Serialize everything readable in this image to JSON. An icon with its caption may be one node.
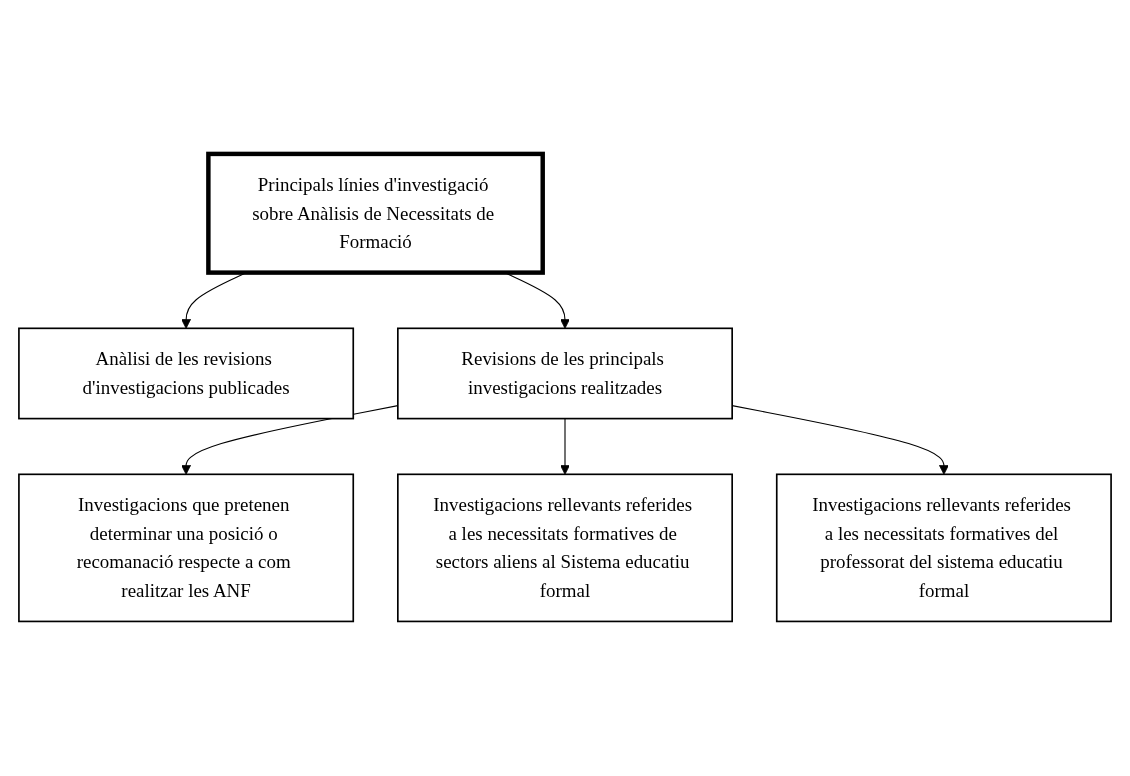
{
  "diagram": {
    "nodes": [
      {
        "text": [
          "Anàlisi de les revisions d'investigacions publicades"
        ]
      },
      {
        "text": [
          "Principals línies d'investigació sobre Anàlisis de Necessitats de Formació"
        ]
      },
      {
        "text": [
          "Revisions de les principals investigacions realitzades"
        ]
      },
      {
        "text": [
          "Investigacions que pretenen determinar una posició o recomanació respecte a com realitzar les ANF"
        ]
      },
      {
        "text": [
          "Investigacions rellevants referides a les necessitats formatives de sectors aliens al Sistema educatiu formal"
        ]
      },
      {
        "text": [
          "Investigacions rellevants referides a les necessitats formatives del professorat del sistema educatiu formal"
        ]
      }
    ],
    "edges": [
      {
        "from": 1,
        "to": 0,
        "arrow": "to"
      },
      {
        "from": 1,
        "to": 2,
        "arrow": "to"
      },
      {
        "from": 2,
        "to": 3,
        "arrow": "to"
      },
      {
        "from": 2,
        "to": 4,
        "arrow": "to"
      },
      {
        "from": 2,
        "to": 5,
        "arrow": "to"
      }
    ]
  }
}
